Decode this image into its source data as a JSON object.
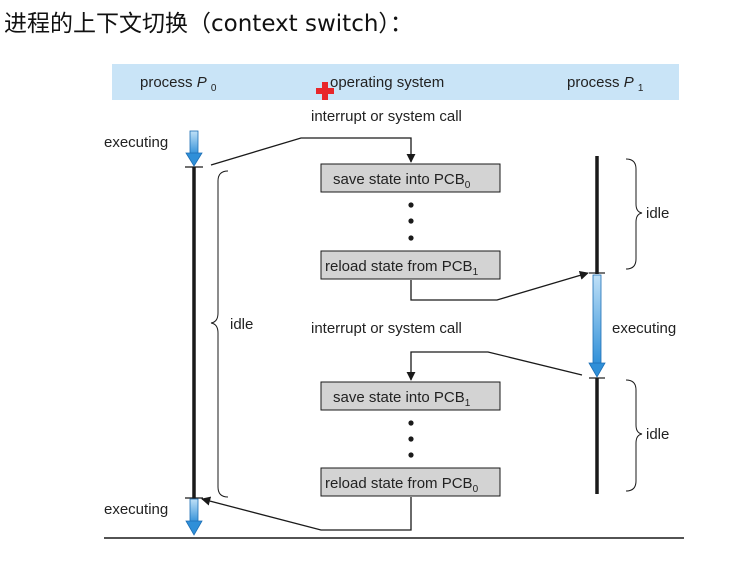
{
  "title": "进程的上下文切换（context switch）：",
  "header": {
    "process0": "process",
    "process0_sym": "P",
    "process0_sub": "0",
    "os": "operating system",
    "process1": "process",
    "process1_sym": "P",
    "process1_sub": "1"
  },
  "labels": {
    "interrupt_1": "interrupt or system call",
    "interrupt_2": "interrupt or system call",
    "executing_p0_top": "executing",
    "executing_p0_bottom": "executing",
    "executing_p1": "executing",
    "idle_p0": "idle",
    "idle_p1_top": "idle",
    "idle_p1_bottom": "idle"
  },
  "steps": [
    {
      "text": "save state into PCB",
      "sub": "0"
    },
    {
      "text": "reload state from PCB",
      "sub": "1"
    },
    {
      "text": "save state into PCB",
      "sub": "1"
    },
    {
      "text": "reload state from PCB",
      "sub": "0"
    }
  ],
  "colors": {
    "header_band": "#c9e4f7",
    "box_fill": "#d3d3d3",
    "arrow_blue": "#3d9ee6",
    "line": "#1a1a1a",
    "pointer_red": "#e8262a"
  }
}
